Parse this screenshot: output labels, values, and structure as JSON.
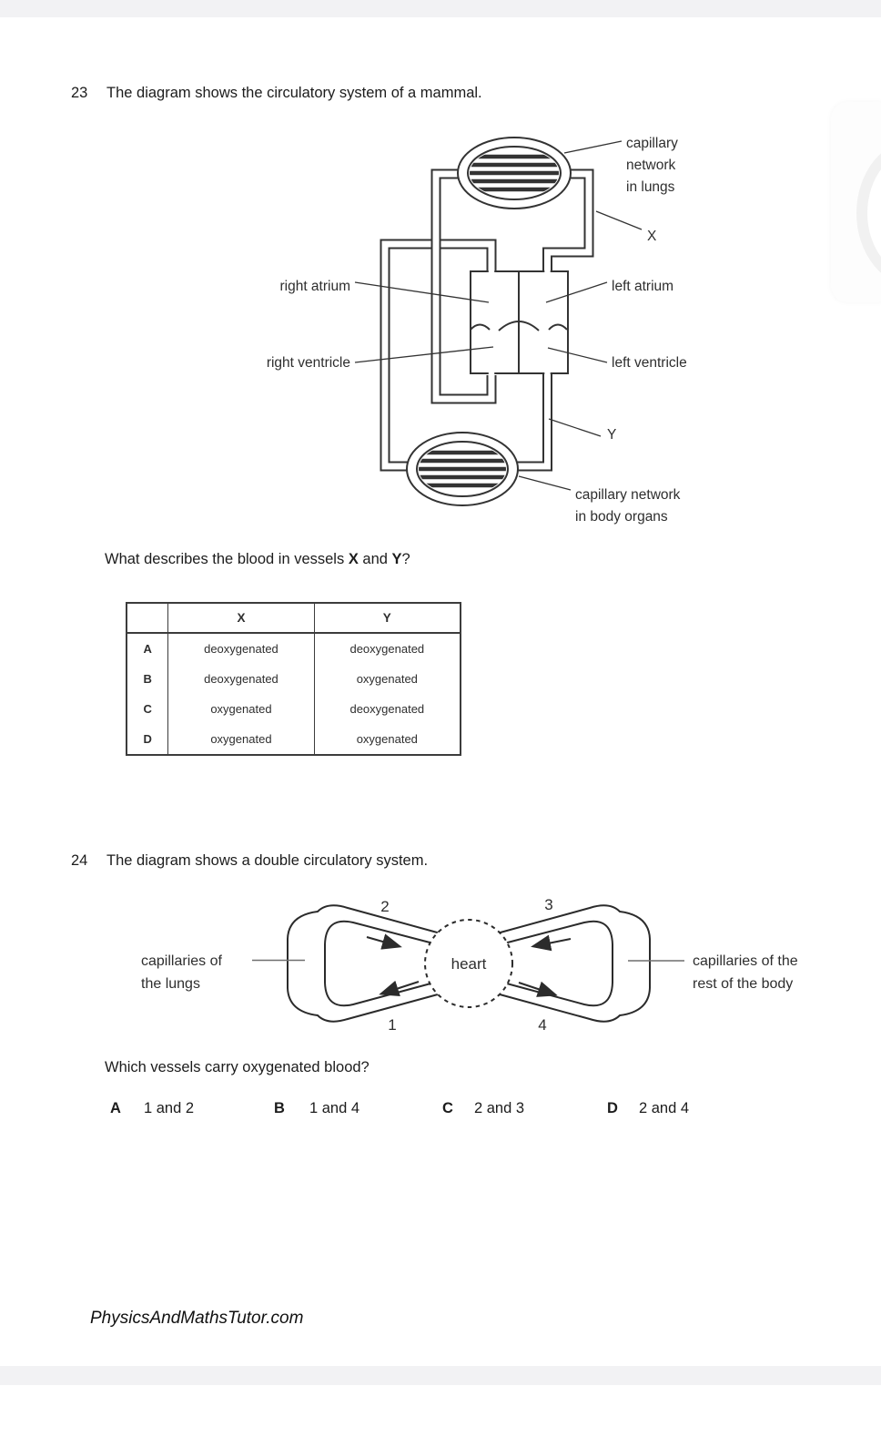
{
  "page": {
    "footer": "PhysicsAndMathsTutor.com"
  },
  "q23": {
    "number": "23",
    "stem": "The diagram shows the circulatory system of a mammal.",
    "diagram": {
      "labels": {
        "capillary_lungs": [
          "capillary",
          "network",
          "in lungs"
        ],
        "x": "X",
        "right_atrium": "right atrium",
        "left_atrium": "left atrium",
        "right_ventricle": "right ventricle",
        "left_ventricle": "left ventricle",
        "y": "Y",
        "capillary_body": [
          "capillary network",
          "in body organs"
        ]
      }
    },
    "question_parts": {
      "prefix": "What describes the blood in vessels ",
      "x": "X",
      "mid": " and ",
      "y": "Y",
      "suffix": "?"
    },
    "table": {
      "col_x": "X",
      "col_y": "Y",
      "rows": [
        {
          "letter": "A",
          "x": "deoxygenated",
          "y": "deoxygenated"
        },
        {
          "letter": "B",
          "x": "deoxygenated",
          "y": "oxygenated"
        },
        {
          "letter": "C",
          "x": "oxygenated",
          "y": "deoxygenated"
        },
        {
          "letter": "D",
          "x": "oxygenated",
          "y": "oxygenated"
        }
      ]
    }
  },
  "q24": {
    "number": "24",
    "stem": "The diagram shows a double circulatory system.",
    "diagram": {
      "heart": "heart",
      "v1": "1",
      "v2": "2",
      "v3": "3",
      "v4": "4",
      "left_label": [
        "capillaries of",
        "the lungs"
      ],
      "right_label": [
        "capillaries of the",
        "rest of the body"
      ]
    },
    "question": "Which vessels carry oxygenated blood?",
    "options": [
      {
        "letter": "A",
        "text": "1 and 2"
      },
      {
        "letter": "B",
        "text": "1 and 4"
      },
      {
        "letter": "C",
        "text": "2 and 3"
      },
      {
        "letter": "D",
        "text": "2 and 4"
      }
    ]
  }
}
